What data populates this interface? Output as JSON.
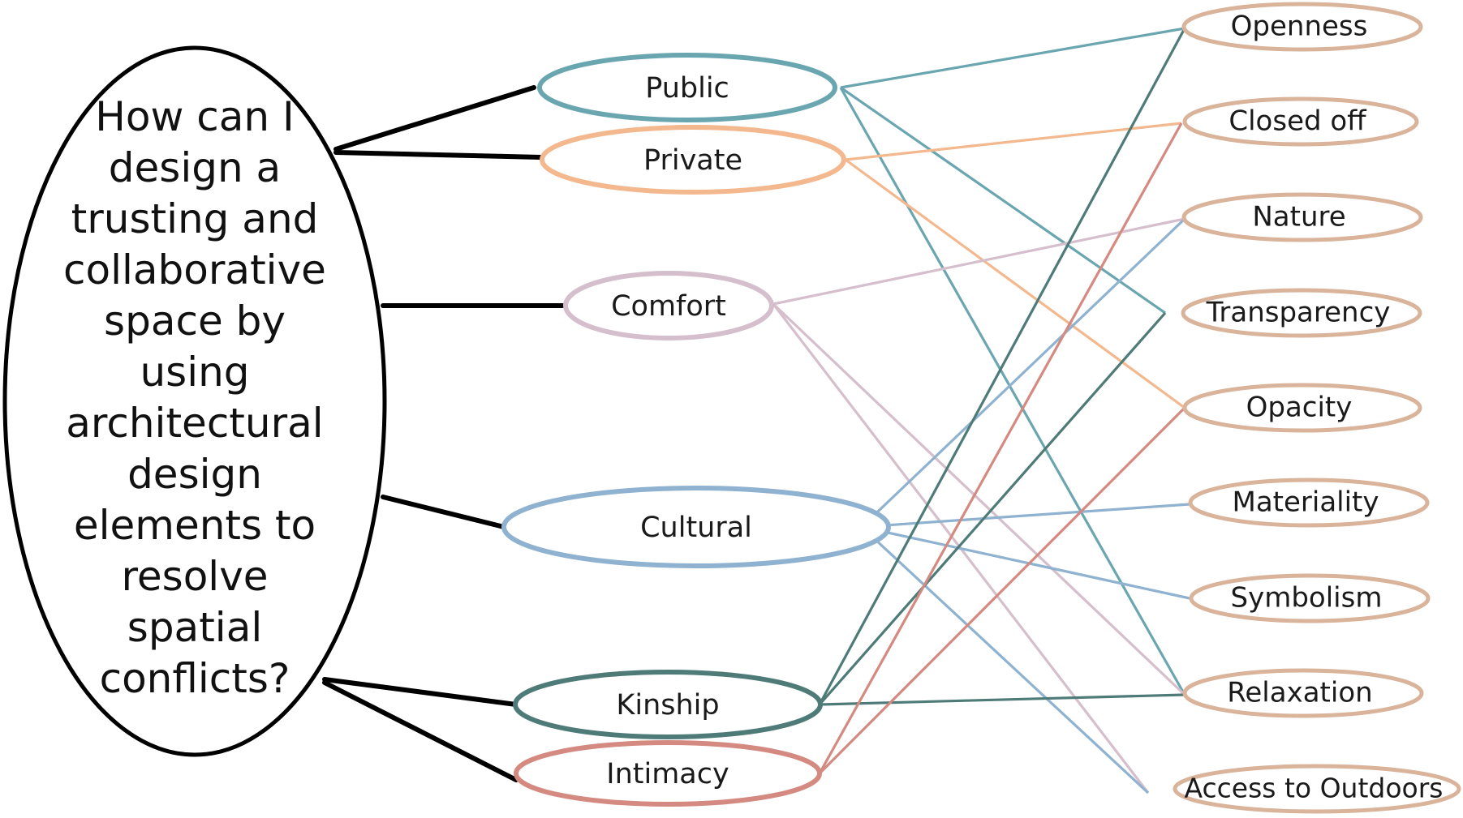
{
  "diagram": {
    "question": {
      "lines": [
        "How can I",
        "design a",
        "trusting and",
        "collaborative",
        "space by",
        "using",
        "architectural",
        "design",
        "elements to",
        "resolve",
        "spatial",
        "conflicts?"
      ],
      "color": "#000000"
    },
    "themes": [
      {
        "id": "public",
        "label": "Public",
        "color": "#6aa6b0"
      },
      {
        "id": "private",
        "label": "Private",
        "color": "#f4b88e"
      },
      {
        "id": "comfort",
        "label": "Comfort",
        "color": "#d6bfcc"
      },
      {
        "id": "cultural",
        "label": "Cultural",
        "color": "#8fb2d0"
      },
      {
        "id": "kinship",
        "label": "Kinship",
        "color": "#4e7b78"
      },
      {
        "id": "intimacy",
        "label": "Intimacy",
        "color": "#d48a80"
      }
    ],
    "elements": [
      {
        "id": "openness",
        "label": "Openness"
      },
      {
        "id": "closed_off",
        "label": "Closed off"
      },
      {
        "id": "nature",
        "label": "Nature"
      },
      {
        "id": "transparency",
        "label": "Transparency"
      },
      {
        "id": "opacity",
        "label": "Opacity"
      },
      {
        "id": "materiality",
        "label": "Materiality"
      },
      {
        "id": "symbolism",
        "label": "Symbolism"
      },
      {
        "id": "relaxation",
        "label": "Relaxation"
      },
      {
        "id": "outdoors",
        "label": "Access to Outdoors"
      }
    ],
    "element_color": "#d9b39a",
    "links": [
      {
        "from": "public",
        "to": "openness"
      },
      {
        "from": "public",
        "to": "transparency"
      },
      {
        "from": "public",
        "to": "relaxation"
      },
      {
        "from": "private",
        "to": "closed_off"
      },
      {
        "from": "private",
        "to": "opacity"
      },
      {
        "from": "comfort",
        "to": "nature"
      },
      {
        "from": "comfort",
        "to": "relaxation"
      },
      {
        "from": "comfort",
        "to": "outdoors"
      },
      {
        "from": "cultural",
        "to": "nature"
      },
      {
        "from": "cultural",
        "to": "materiality"
      },
      {
        "from": "cultural",
        "to": "symbolism"
      },
      {
        "from": "cultural",
        "to": "outdoors"
      },
      {
        "from": "kinship",
        "to": "openness"
      },
      {
        "from": "kinship",
        "to": "transparency"
      },
      {
        "from": "kinship",
        "to": "relaxation"
      },
      {
        "from": "intimacy",
        "to": "closed_off"
      },
      {
        "from": "intimacy",
        "to": "opacity"
      }
    ]
  }
}
